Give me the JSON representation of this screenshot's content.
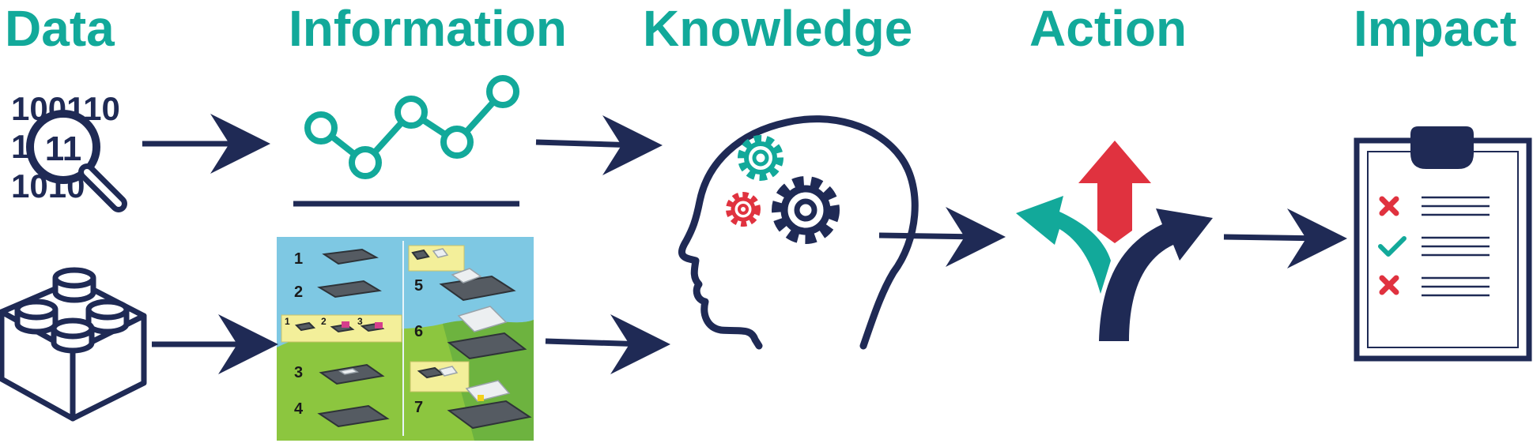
{
  "colors": {
    "navy": "#1f2a55",
    "teal": "#12a99a",
    "red": "#e0323f",
    "instructions_sky": "#7ec8e3",
    "instructions_grass": "#8cc63f",
    "instructions_highlight": "#f3ef9a"
  },
  "stages": [
    {
      "label": "Data",
      "icon": "binary-magnifier-icon"
    },
    {
      "label": "Information",
      "icon": "line-graph-icon"
    },
    {
      "label": "Knowledge",
      "icon": "head-gears-icon"
    },
    {
      "label": "Action",
      "icon": "diverging-arrows-icon"
    },
    {
      "label": "Impact",
      "icon": "clipboard-checklist-icon"
    }
  ],
  "data_icon": {
    "binary_rows": [
      "100110",
      "10  10",
      "1010"
    ],
    "magnifier_number": "11"
  },
  "lego_instructions": {
    "step_numbers": [
      "1",
      "2",
      "3",
      "4",
      "5",
      "6",
      "7"
    ],
    "sub_step_numbers": [
      "1",
      "2",
      "3"
    ]
  },
  "checklist": [
    "cross-icon",
    "check-icon",
    "cross-icon"
  ]
}
